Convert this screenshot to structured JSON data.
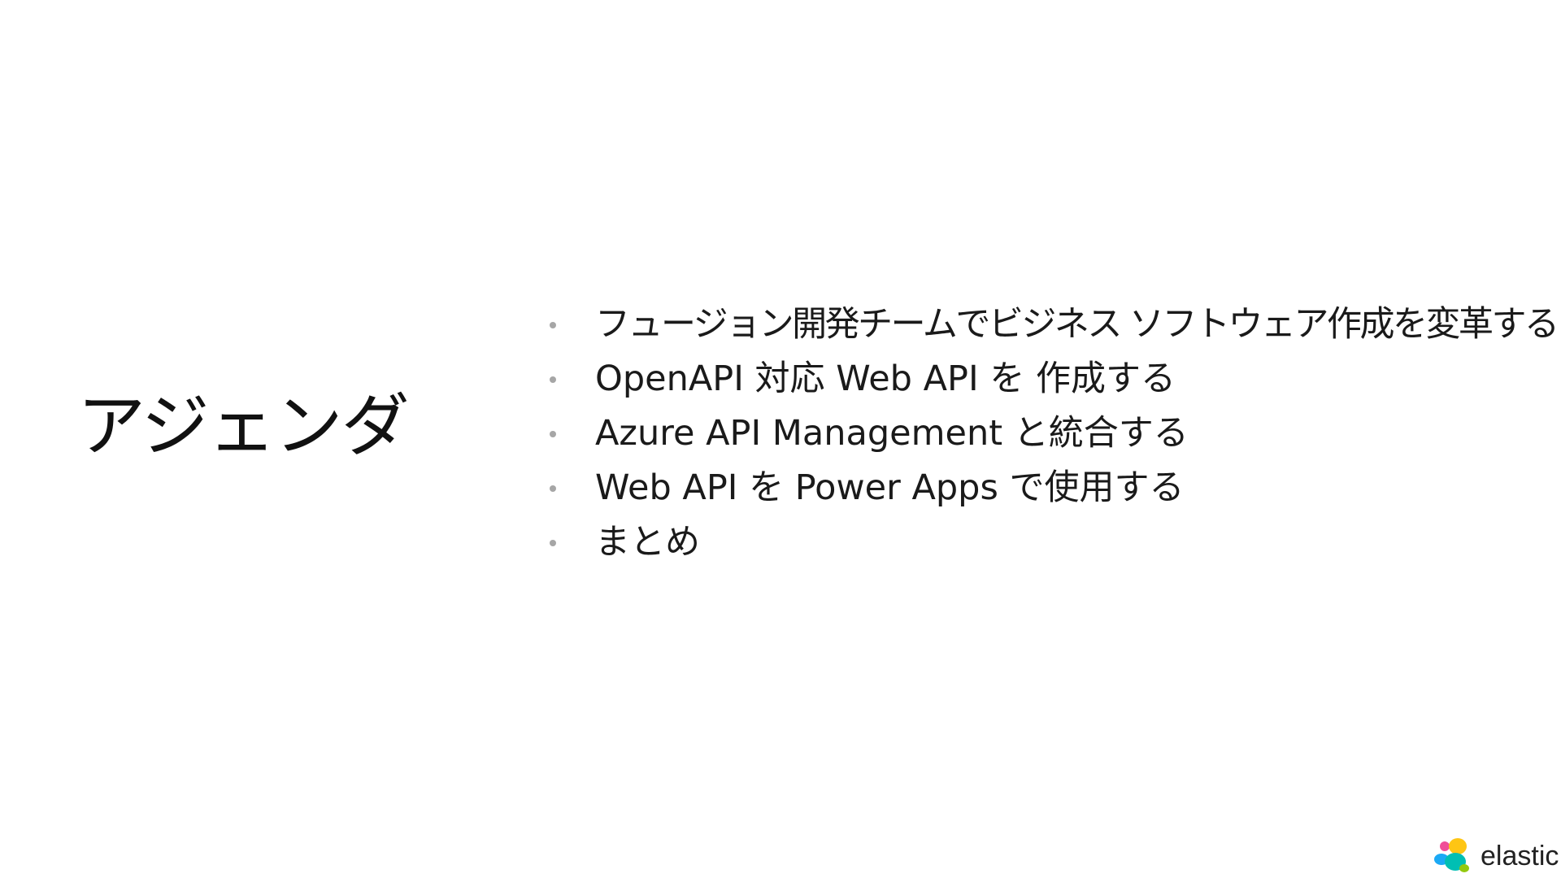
{
  "slide": {
    "title": "アジェンダ",
    "agenda": [
      "フュージョン開発チームでビジネス ソフトウェア作成を変革する",
      "OpenAPI 対応 Web API を 作成する",
      "Azure API Management と統合する",
      "Web API を Power Apps で使用する",
      "まとめ"
    ],
    "logo": {
      "text": "elastic",
      "colors": [
        "#F04E98",
        "#FEC514",
        "#00BFB3",
        "#1BA9F5",
        "#93C90E"
      ]
    }
  }
}
